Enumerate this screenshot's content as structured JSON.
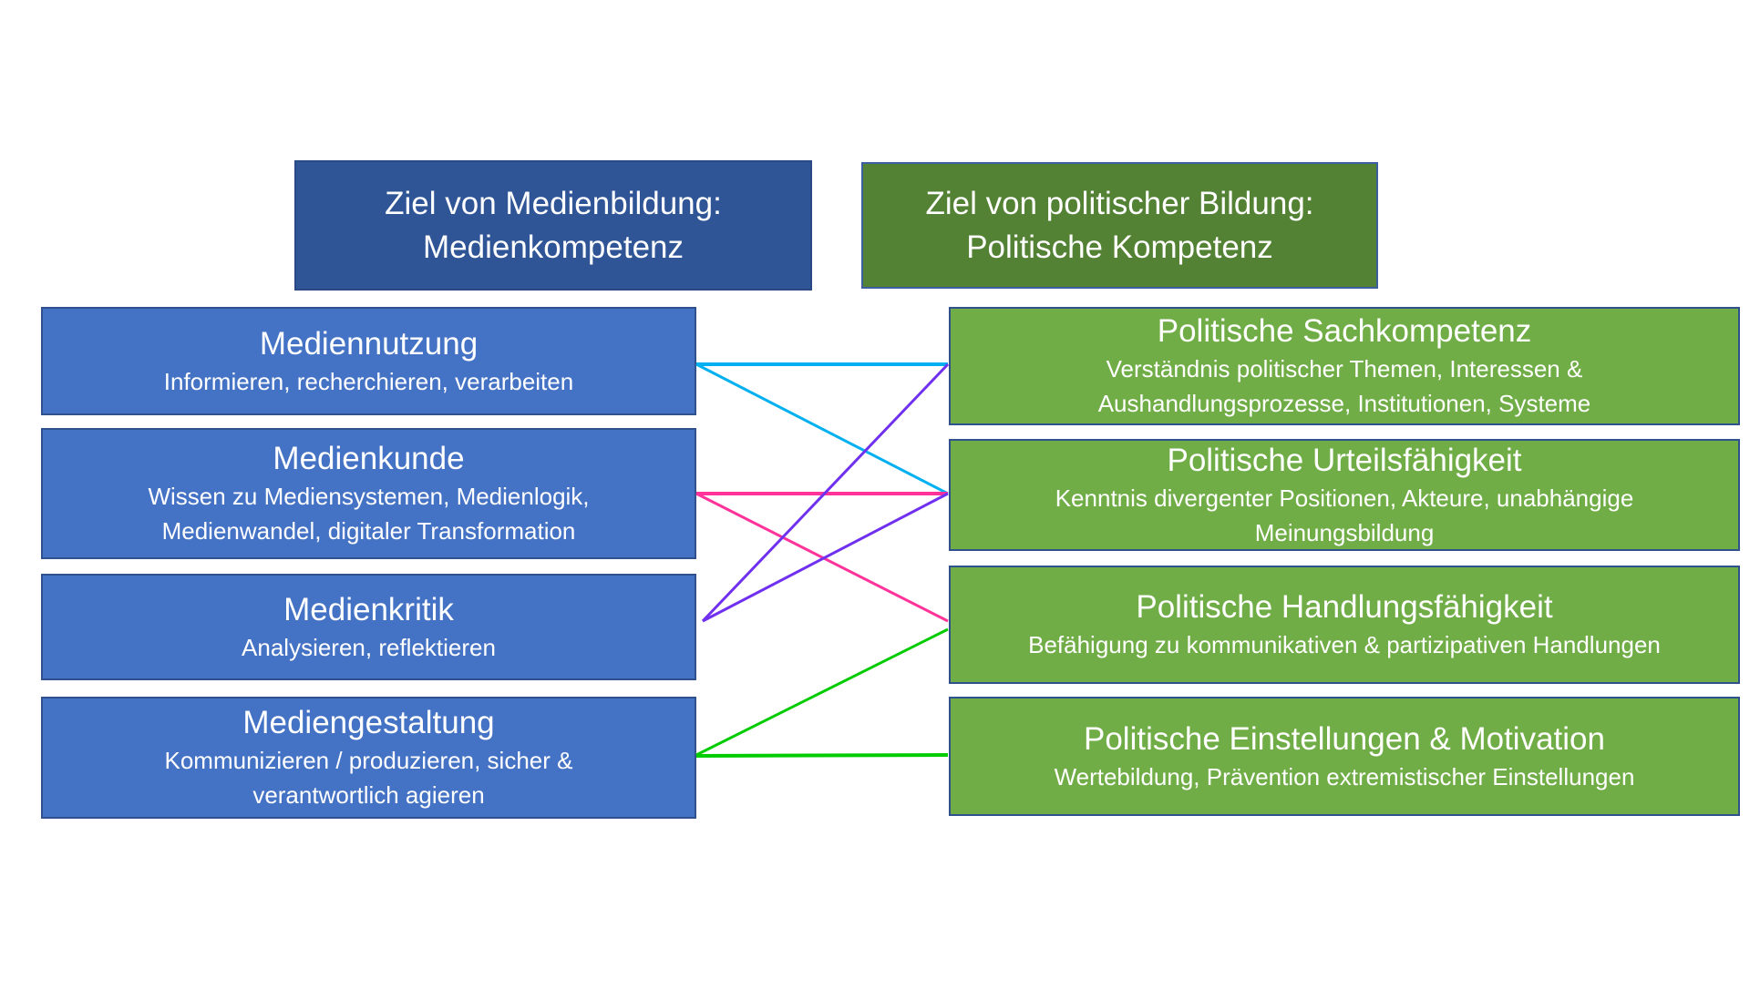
{
  "headers": {
    "media": {
      "line1": "Ziel von Medienbildung:",
      "line2": "Medienkompetenz"
    },
    "politics": {
      "line1": "Ziel von politischer Bildung:",
      "line2": "Politische Kompetenz"
    }
  },
  "left": [
    {
      "title": "Mediennutzung",
      "sub": [
        "Informieren, recherchieren, verarbeiten"
      ]
    },
    {
      "title": "Medienkunde",
      "sub": [
        "Wissen zu Mediensystemen, Medienlogik,",
        "Medienwandel, digitaler Transformation"
      ]
    },
    {
      "title": "Medienkritik",
      "sub": [
        "Analysieren, reflektieren"
      ]
    },
    {
      "title": "Mediengestaltung",
      "sub": [
        "Kommunizieren / produzieren, sicher  &",
        "verantwortlich agieren"
      ]
    }
  ],
  "right": [
    {
      "title": "Politische Sachkompetenz",
      "sub": [
        "Verständnis politischer Themen, Interessen &",
        "Aushandlungsprozesse, Institutionen, Systeme"
      ]
    },
    {
      "title": "Politische Urteilsfähigkeit",
      "sub": [
        "Kenntnis divergenter Positionen, Akteure, unabhängige",
        "Meinungsbildung"
      ]
    },
    {
      "title": "Politische Handlungsfähigkeit",
      "sub": [
        "Befähigung zu kommunikativen & partizipativen Handlungen"
      ]
    },
    {
      "title": "Politische Einstellungen & Motivation",
      "sub": [
        "Wertebildung, Prävention extremistischer Einstellungen"
      ]
    }
  ],
  "connections": [
    {
      "from": "Mediennutzung",
      "to": [
        "Politische Sachkompetenz",
        "Politische Urteilsfähigkeit"
      ],
      "color": "#00B0F0"
    },
    {
      "from": "Medienkunde",
      "to": [
        "Politische Urteilsfähigkeit",
        "Politische Handlungsfähigkeit"
      ],
      "color": "#FF3399"
    },
    {
      "from": "Medienkritik",
      "to": [
        "Politische Sachkompetenz",
        "Politische Urteilsfähigkeit"
      ],
      "color": "#7030F0"
    },
    {
      "from": "Mediengestaltung",
      "to": [
        "Politische Handlungsfähigkeit",
        "Politische Einstellungen & Motivation"
      ],
      "color": "#00CC00"
    }
  ]
}
